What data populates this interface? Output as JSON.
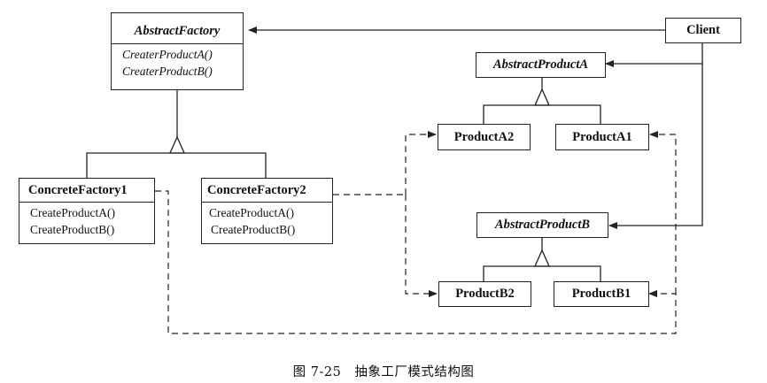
{
  "abstract_factory": {
    "name": "AbstractFactory",
    "operations": [
      "CreaterProductA()",
      "CreaterProductB()"
    ]
  },
  "concrete_factory_1": {
    "name": "ConcreteFactory1",
    "operations": [
      "CreateProductA()",
      "CreateProductB()"
    ]
  },
  "concrete_factory_2": {
    "name": "ConcreteFactory2",
    "operations": [
      "CreateProductA()",
      "CreateProductB()"
    ]
  },
  "client": {
    "name": "Client"
  },
  "abstract_product_a": {
    "name": "AbstractProductA"
  },
  "abstract_product_b": {
    "name": "AbstractProductB"
  },
  "product_a2": {
    "name": "ProductA2"
  },
  "product_a1": {
    "name": "ProductA1"
  },
  "product_b2": {
    "name": "ProductB2"
  },
  "product_b1": {
    "name": "ProductB1"
  },
  "caption": "图 7-25　抽象工厂模式结构图"
}
